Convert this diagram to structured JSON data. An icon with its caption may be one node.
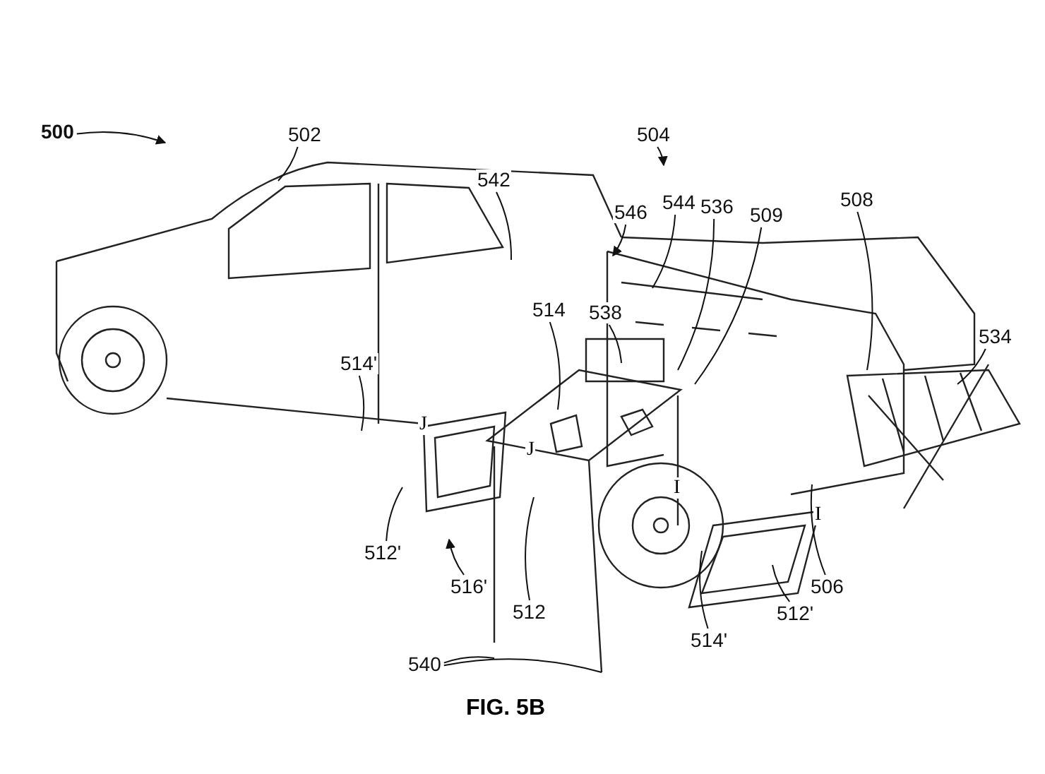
{
  "diagram": {
    "caption": "FIG. 5B",
    "nodes": [
      {
        "text": [
          "500"
        ]
      },
      {
        "text": [
          "502"
        ]
      },
      {
        "text": [
          "504"
        ]
      },
      {
        "text": [
          "542"
        ]
      },
      {
        "text": [
          "544"
        ]
      },
      {
        "text": [
          "546"
        ]
      },
      {
        "text": [
          "536"
        ]
      },
      {
        "text": [
          "509"
        ]
      },
      {
        "text": [
          "508"
        ]
      },
      {
        "text": [
          "514"
        ]
      },
      {
        "text": [
          "538"
        ]
      },
      {
        "text": [
          "514'"
        ]
      },
      {
        "text": [
          "534"
        ]
      },
      {
        "text": [
          "512'"
        ]
      },
      {
        "text": [
          "516'"
        ]
      },
      {
        "text": [
          "506"
        ]
      },
      {
        "text": [
          "512"
        ]
      },
      {
        "text": [
          "512'"
        ]
      },
      {
        "text": [
          "514'"
        ]
      },
      {
        "text": [
          "540"
        ]
      }
    ],
    "edges": [
      {
        "from": 0,
        "to": null,
        "arrow": "to"
      },
      {
        "from": 1,
        "to": null,
        "arrow": "none"
      },
      {
        "from": 2,
        "to": null,
        "arrow": "to"
      },
      {
        "from": 3,
        "to": null,
        "arrow": "none"
      },
      {
        "from": 4,
        "to": null,
        "arrow": "none"
      },
      {
        "from": 5,
        "to": null,
        "arrow": "to"
      },
      {
        "from": 6,
        "to": null,
        "arrow": "none"
      },
      {
        "from": 7,
        "to": null,
        "arrow": "none"
      },
      {
        "from": 8,
        "to": null,
        "arrow": "none"
      },
      {
        "from": 9,
        "to": null,
        "arrow": "none"
      },
      {
        "from": 10,
        "to": null,
        "arrow": "none"
      },
      {
        "from": 11,
        "to": null,
        "arrow": "none"
      },
      {
        "from": 12,
        "to": null,
        "arrow": "none"
      },
      {
        "from": 13,
        "to": null,
        "arrow": "none"
      },
      {
        "from": 14,
        "to": null,
        "arrow": "to"
      },
      {
        "from": 15,
        "to": null,
        "arrow": "none"
      },
      {
        "from": 16,
        "to": null,
        "arrow": "none"
      },
      {
        "from": 17,
        "to": null,
        "arrow": "none"
      },
      {
        "from": 18,
        "to": null,
        "arrow": "none"
      },
      {
        "from": 19,
        "to": null,
        "arrow": "none"
      },
      {
        "from": 19,
        "to": null,
        "arrow": "none"
      }
    ],
    "labels": [
      "J",
      "J",
      "I",
      "I"
    ]
  }
}
